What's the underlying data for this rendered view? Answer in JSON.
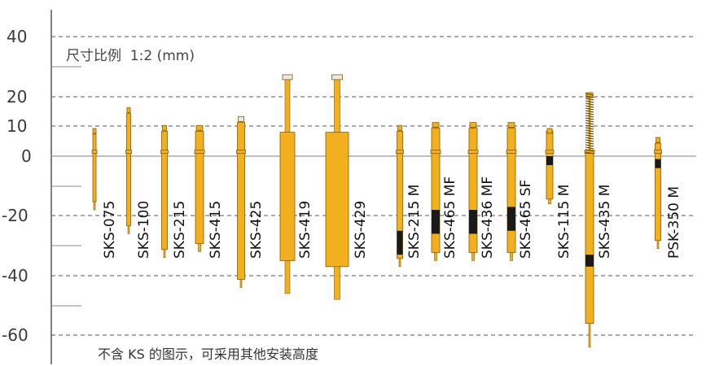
{
  "scale_note": "尺寸比例  1:2 (mm)",
  "footnote": "不含 KS 的图示，可采用其他安装高度",
  "y_axis": {
    "ticks": [
      {
        "label": "40",
        "value": 40
      },
      {
        "label": "20",
        "value": 20
      },
      {
        "label": "10",
        "value": 10
      },
      {
        "label": "0",
        "value": 0
      },
      {
        "label": "-20",
        "value": -20
      },
      {
        "label": "-40",
        "value": -40
      },
      {
        "label": "-60",
        "value": -60
      }
    ]
  },
  "probes": [
    {
      "name": "SKS-075",
      "top_mm": 9,
      "bottom_mm": -18
    },
    {
      "name": "SKS-100",
      "top_mm": 16,
      "bottom_mm": -26
    },
    {
      "name": "SKS-215",
      "top_mm": 10,
      "bottom_mm": -34
    },
    {
      "name": "SKS-415",
      "top_mm": 10,
      "bottom_mm": -32
    },
    {
      "name": "SKS-425",
      "top_mm": 13,
      "bottom_mm": -44
    },
    {
      "name": "SKS-419",
      "top_mm": 27,
      "bottom_mm": -46
    },
    {
      "name": "SKS-429",
      "top_mm": 27,
      "bottom_mm": -48
    },
    {
      "name": "SKS-215 M",
      "top_mm": 10,
      "bottom_mm": -37
    },
    {
      "name": "SKS-465 MF",
      "top_mm": 11,
      "bottom_mm": -35
    },
    {
      "name": "SKS-436 MF",
      "top_mm": 11,
      "bottom_mm": -35
    },
    {
      "name": "SKS-465 SF",
      "top_mm": 11,
      "bottom_mm": -35
    },
    {
      "name": "SKS-115 M",
      "top_mm": 9,
      "bottom_mm": -16
    },
    {
      "name": "SKS-435 M",
      "top_mm": 21,
      "bottom_mm": -64
    },
    {
      "name": "PSK-350 M",
      "top_mm": 6,
      "bottom_mm": -31
    }
  ],
  "colors": {
    "gold": "#F2B01E",
    "gold_dark": "#8A5A00",
    "axis": "#555555",
    "grid": "#555555",
    "zero_line": "#9a9a9a",
    "spring": "#1a1a1a"
  }
}
